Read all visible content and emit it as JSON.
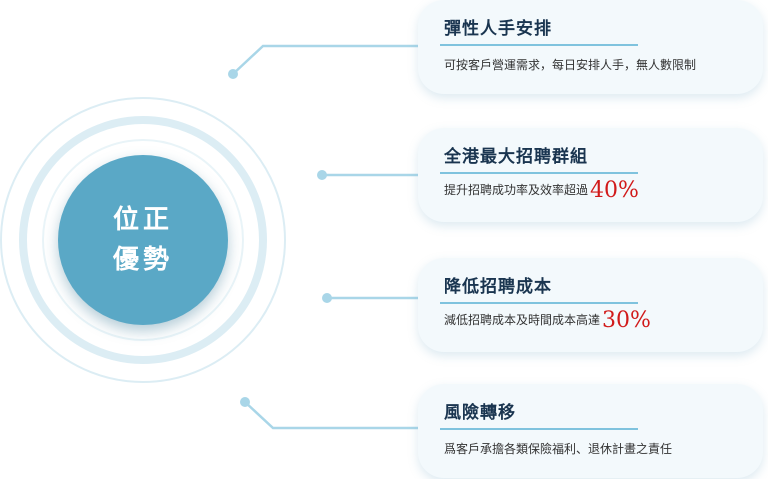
{
  "center": {
    "line1": "位正",
    "line2": "優勢"
  },
  "cards": [
    {
      "title": "彈性人手安排",
      "desc": "可按客戶營運需求，每日安排人手，無人數限制",
      "highlight": ""
    },
    {
      "title": "全港最大招聘群組",
      "desc": "提升招聘成功率及效率超過",
      "highlight": "40%"
    },
    {
      "title": "降低招聘成本",
      "desc": "減低招聘成本及時間成本高達",
      "highlight": "30%"
    },
    {
      "title": "風險轉移",
      "desc": "爲客戶承擔各類保險福利、退休計畫之責任",
      "highlight": ""
    }
  ],
  "colors": {
    "accent": "#5aa8c6",
    "line": "#8ccbe3",
    "highlight": "#d11a1a",
    "card_bg": "#f3f9fc"
  }
}
